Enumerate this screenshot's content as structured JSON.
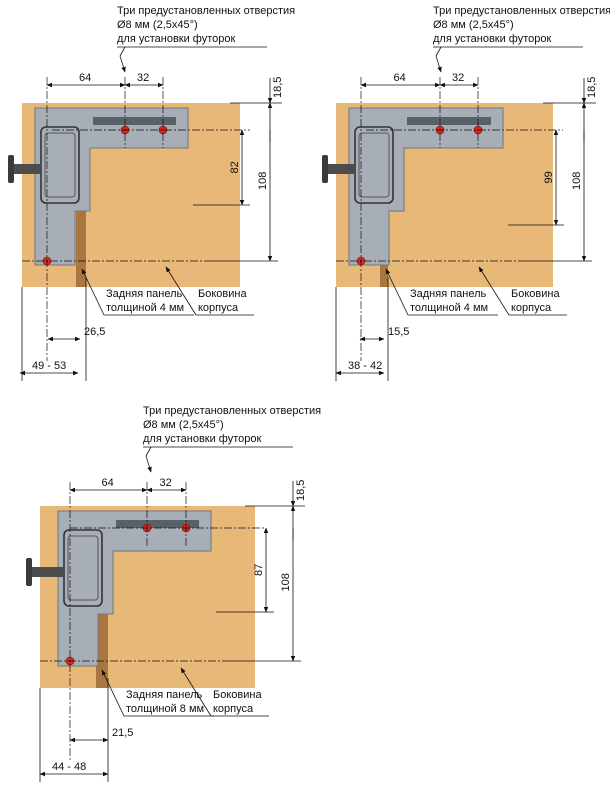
{
  "colors": {
    "wood": "#E8B879",
    "back_panel": "#A8763E",
    "metal": "#A7AEB6",
    "metal_dark": "#6E767E",
    "hole": "#D9261C",
    "knob": "#3A3A3A"
  },
  "diagrams": [
    {
      "callout": [
        "Три предустановленных отверстия",
        "Ø8 мм (2,5x45°)",
        "для установки футорок"
      ],
      "dims": {
        "spacing_a": "64",
        "spacing_b": "32",
        "top_offset": "18,5",
        "inner_height": "82",
        "total_height": "108",
        "panel_offset": "26,5",
        "range": "49 - 53"
      },
      "back_panel_label": [
        "Задняя панель",
        "толщиной 4 мм"
      ],
      "side_label": [
        "Боковина",
        "корпуса"
      ]
    },
    {
      "callout": [
        "Три предустановленных отверстия",
        "Ø8 мм (2,5x45°)",
        "для установки футорок"
      ],
      "dims": {
        "spacing_a": "64",
        "spacing_b": "32",
        "top_offset": "18,5",
        "inner_height": "99",
        "total_height": "108",
        "panel_offset": "15,5",
        "range": "38 - 42"
      },
      "back_panel_label": [
        "Задняя панель",
        "толщиной 4 мм"
      ],
      "side_label": [
        "Боковина",
        "корпуса"
      ]
    },
    {
      "callout": [
        "Три предустановленных отверстия",
        "Ø8 мм (2,5x45°)",
        "для установки футорок"
      ],
      "dims": {
        "spacing_a": "64",
        "spacing_b": "32",
        "top_offset": "18,5",
        "inner_height": "87",
        "total_height": "108",
        "panel_offset": "21,5",
        "range": "44 - 48"
      },
      "back_panel_label": [
        "Задняя панель",
        "толщиной 8 мм"
      ],
      "side_label": [
        "Боковина",
        "корпуса"
      ]
    }
  ]
}
